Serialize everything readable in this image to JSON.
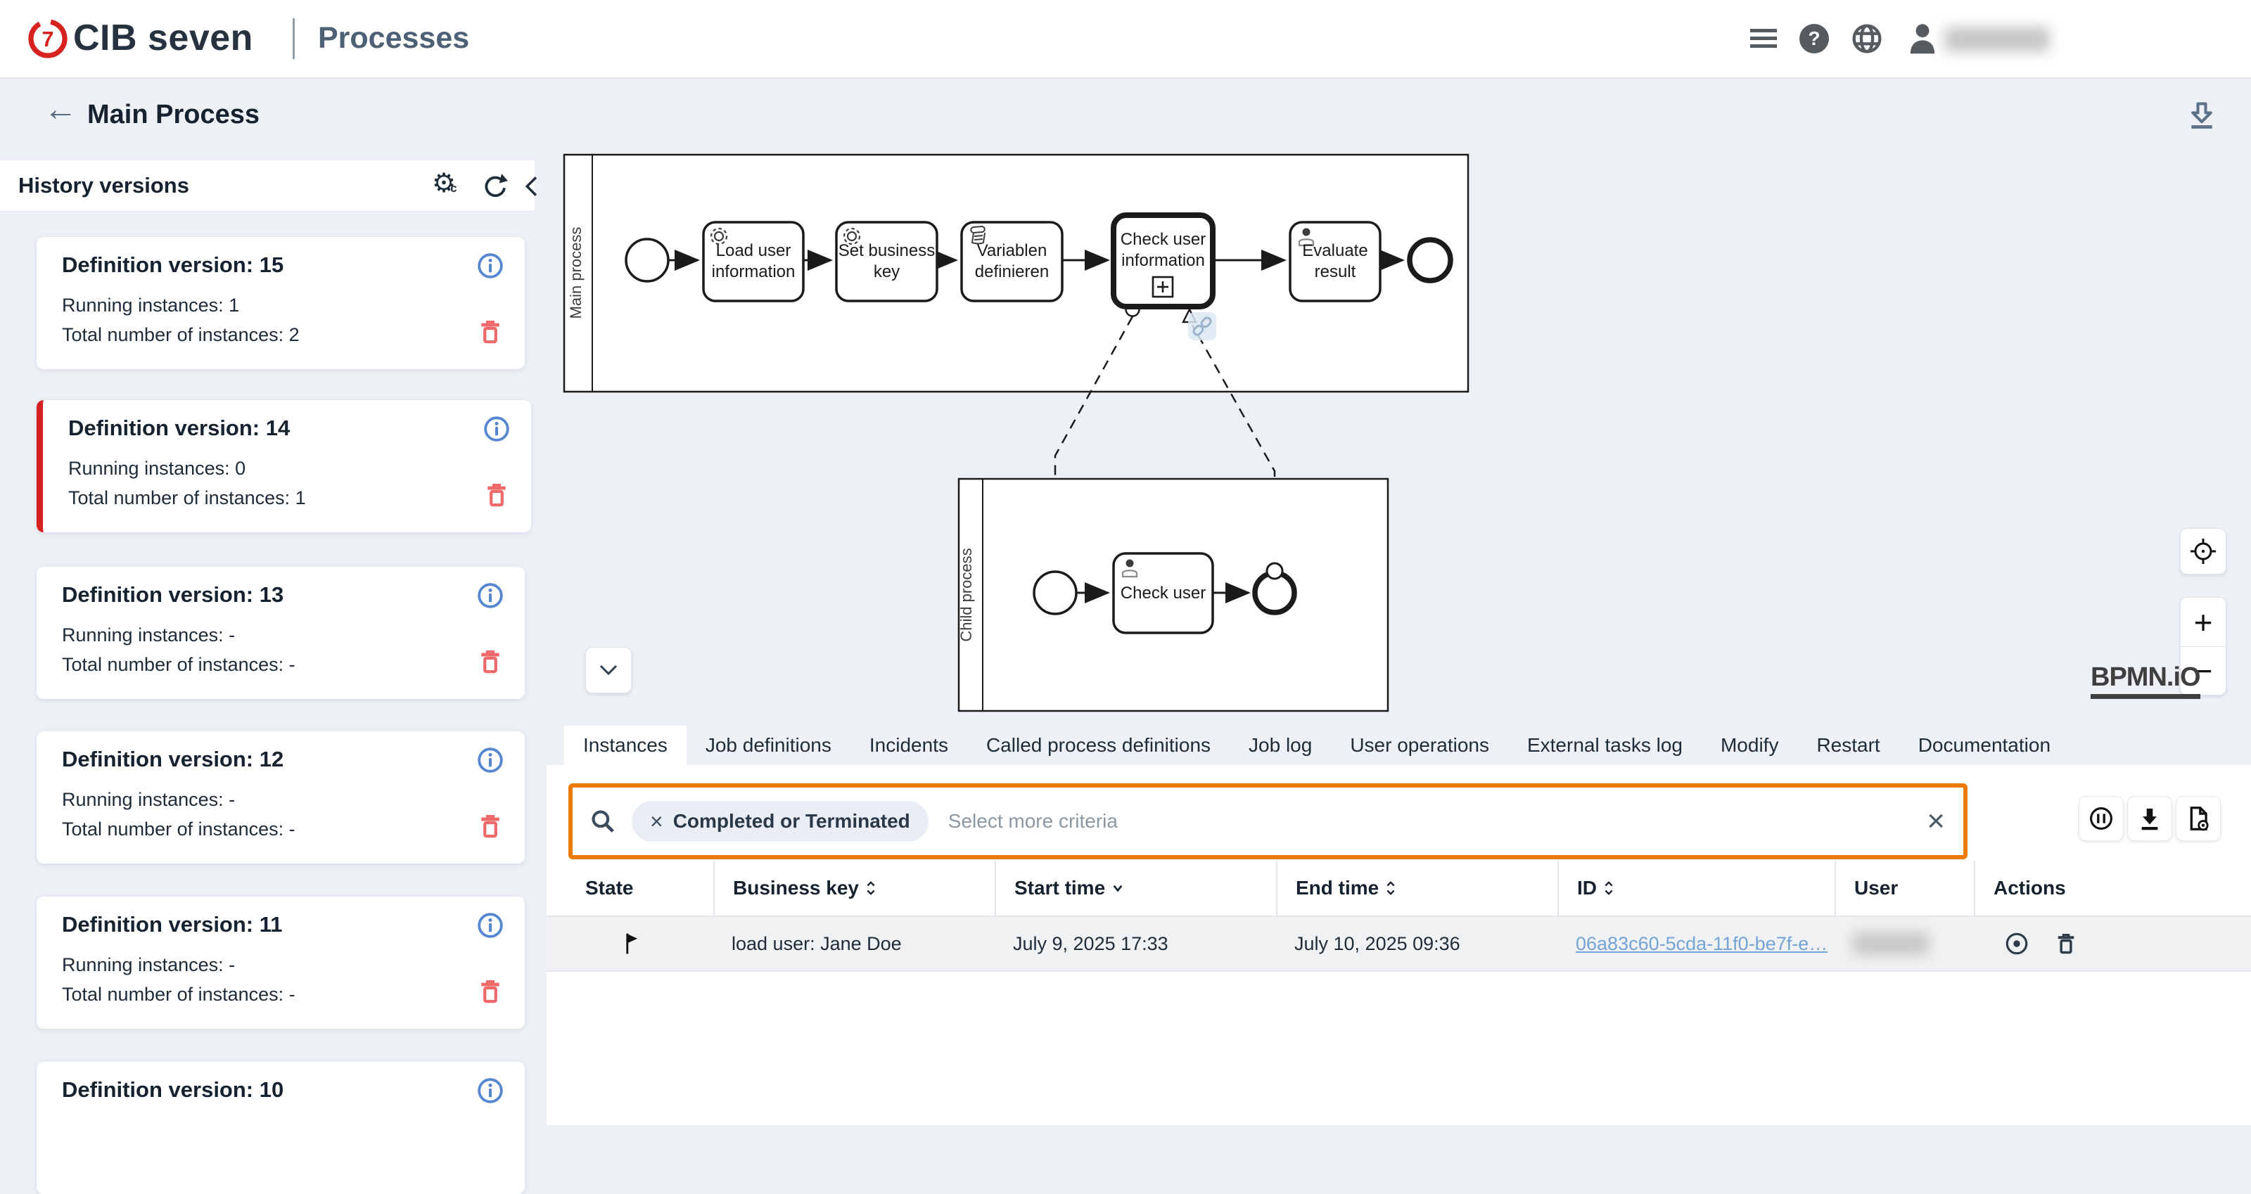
{
  "header": {
    "brand": "CIB seven",
    "app_title": "Processes",
    "help_label": "?"
  },
  "page": {
    "title": "Main Process"
  },
  "history": {
    "title": "History versions",
    "versions": [
      {
        "title": "Definition version: 15",
        "running": "Running instances: 1",
        "total": "Total number of instances: 2",
        "selected": false
      },
      {
        "title": "Definition version: 14",
        "running": "Running instances: 0",
        "total": "Total number of instances: 1",
        "selected": true
      },
      {
        "title": "Definition version: 13",
        "running": "Running instances: -",
        "total": "Total number of instances: -",
        "selected": false
      },
      {
        "title": "Definition version: 12",
        "running": "Running instances: -",
        "total": "Total number of instances: -",
        "selected": false
      },
      {
        "title": "Definition version: 11",
        "running": "Running instances: -",
        "total": "Total number of instances: -",
        "selected": false
      },
      {
        "title": "Definition version: 10",
        "running": "",
        "total": "",
        "selected": false
      }
    ]
  },
  "diagram": {
    "lanes": {
      "main": "Main process",
      "child": "Child process"
    },
    "nodes": {
      "task1": "Load user information",
      "task2": "Set business key",
      "task3": "Variablen definieren",
      "call_activity": "Check user information",
      "task5": "Evaluate result",
      "child_task": "Check user"
    },
    "watermark": "BPMN.iO",
    "zoom_in": "+",
    "zoom_out": "−"
  },
  "tabs": [
    "Instances",
    "Job definitions",
    "Incidents",
    "Called process definitions",
    "Job log",
    "User operations",
    "External tasks log",
    "Modify",
    "Restart",
    "Documentation"
  ],
  "filter": {
    "chip_label": "Completed or Terminated",
    "chip_remove": "×",
    "clear": "×",
    "placeholder": "Select more criteria"
  },
  "table": {
    "columns": [
      {
        "label": "State",
        "sort": "none"
      },
      {
        "label": "Business key",
        "sort": "both"
      },
      {
        "label": "Start time",
        "sort": "desc"
      },
      {
        "label": "End time",
        "sort": "both"
      },
      {
        "label": "ID",
        "sort": "both"
      },
      {
        "label": "User",
        "sort": "none"
      },
      {
        "label": "Actions",
        "sort": "none"
      }
    ],
    "rows": [
      {
        "state": "completed-flag",
        "business_key": "load user: Jane Doe",
        "start_time": "July 9, 2025 17:33",
        "end_time": "July 10, 2025 09:36",
        "id": "06a83c60-5cda-11f0-be7f-e…",
        "user": "(redacted)"
      }
    ]
  },
  "colors": {
    "accent_orange": "#ee7b00",
    "selected_red": "#d42020",
    "delete_red": "#ee6a6a",
    "info_blue": "#5586cf",
    "link_blue": "#74a3d4",
    "brand_red": "#d6231f"
  }
}
